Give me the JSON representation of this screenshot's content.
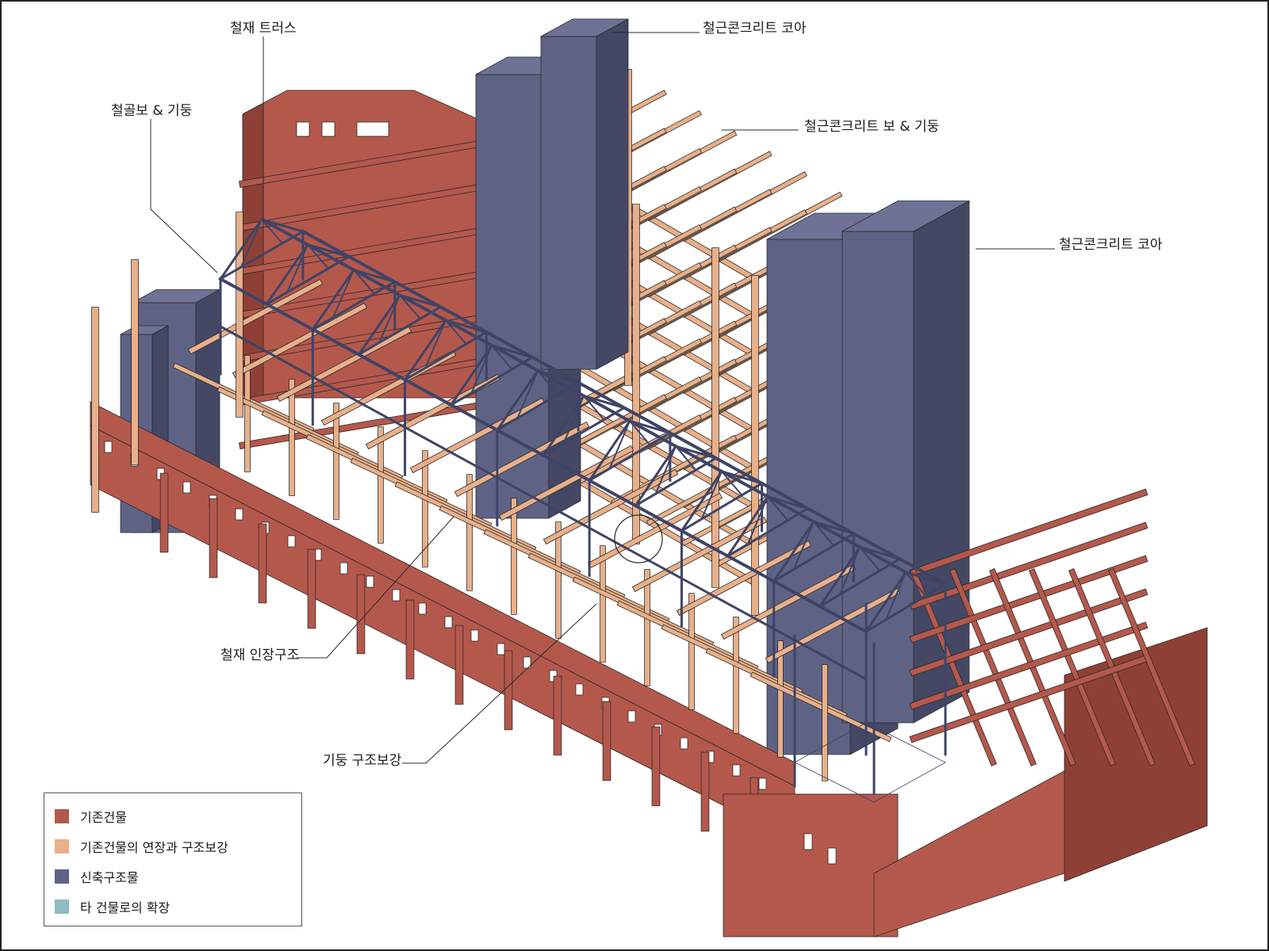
{
  "labels": {
    "steel_truss": "철재 트러스",
    "steel_beam_column": "철골보 & 기둥",
    "rc_core_top": "철근콘크리트 코아",
    "rc_beam_column": "철근콘크리트 보 & 기둥",
    "rc_core_right": "철근콘크리트 코아",
    "steel_tension": "철재 인장구조",
    "column_reinforcement": "기둥 구조보강"
  },
  "legend": {
    "items": [
      {
        "label": "기존건물",
        "color": "#b5584c"
      },
      {
        "label": "기존건물의 연장과 구조보강",
        "color": "#e8b08a"
      },
      {
        "label": "신축구조물",
        "color": "#5e6385"
      },
      {
        "label": "타 건물로의 확장",
        "color": "#8fbcc0"
      }
    ]
  },
  "colors": {
    "existing": "#b5584c",
    "existing_dark": "#8f4036",
    "extension": "#e8b08a",
    "extension_dark": "#c98c63",
    "newbuild": "#5e6385",
    "newbuild_dark": "#444865",
    "truss": "#3f4466",
    "line": "#2a2a2a"
  }
}
